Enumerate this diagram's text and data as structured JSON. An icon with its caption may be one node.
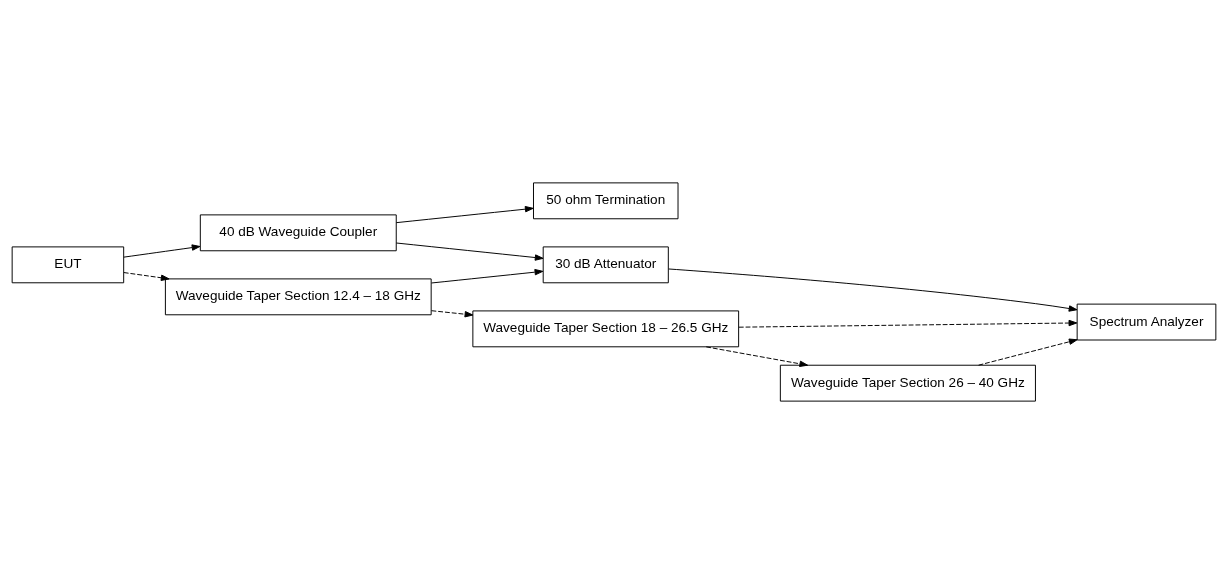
{
  "diagram": {
    "nodes": [
      {
        "text": [
          "EUT"
        ]
      },
      {
        "text": [
          "40 dB Waveguide Coupler"
        ]
      },
      {
        "text": [
          "50 ohm Termination"
        ]
      },
      {
        "text": [
          "Waveguide Taper Section 12.4 – 18 GHz"
        ]
      },
      {
        "text": [
          "30 dB Attenuator"
        ]
      },
      {
        "text": [
          "Spectrum Analyzer"
        ]
      },
      {
        "text": [
          "Waveguide Taper Section 18 – 26.5 GHz"
        ]
      },
      {
        "text": [
          "Waveguide Taper Section 26 – 40 GHz"
        ]
      }
    ],
    "edges": [
      {
        "from": 0,
        "to": 1,
        "arrow": "to"
      },
      {
        "from": 0,
        "to": 3,
        "arrow": "to",
        "style": "dashed"
      },
      {
        "from": 1,
        "to": 2,
        "arrow": "to"
      },
      {
        "from": 1,
        "to": 4,
        "arrow": "to"
      },
      {
        "from": 3,
        "to": 4,
        "arrow": "to"
      },
      {
        "from": 3,
        "to": 6,
        "arrow": "to",
        "style": "dashed"
      },
      {
        "from": 4,
        "to": 5,
        "arrow": "to"
      },
      {
        "from": 6,
        "to": 5,
        "arrow": "to",
        "style": "dashed"
      },
      {
        "from": 6,
        "to": 7,
        "arrow": "to",
        "style": "dashed"
      },
      {
        "from": 7,
        "to": 5,
        "arrow": "to",
        "style": "dashed"
      }
    ]
  }
}
